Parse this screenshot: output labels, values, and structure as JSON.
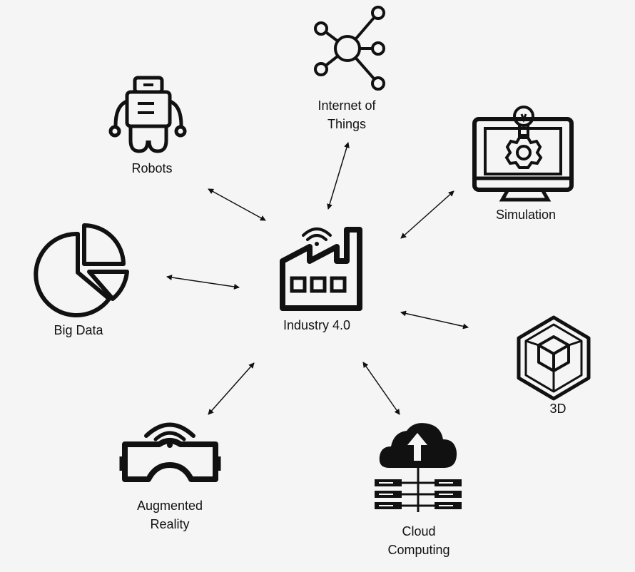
{
  "center": {
    "label": "Industry 4.0",
    "icon": "factory-icon"
  },
  "nodes": [
    {
      "id": "robots",
      "label": "Robots",
      "icon": "robot-icon"
    },
    {
      "id": "iot",
      "label_line1": "Internet of",
      "label_line2": "Things",
      "icon": "network-icon"
    },
    {
      "id": "simulation",
      "label": "Simulation",
      "icon": "monitor-gear-bulb-icon"
    },
    {
      "id": "bigdata",
      "label": "Big Data",
      "icon": "pie-chart-icon"
    },
    {
      "id": "threed",
      "label": "3D",
      "icon": "cube-icon"
    },
    {
      "id": "ar",
      "label_line1": "Augmented",
      "label_line2": "Reality",
      "icon": "vr-headset-icon"
    },
    {
      "id": "cloud",
      "label_line1": "Cloud",
      "label_line2": "Computing",
      "icon": "cloud-server-icon"
    }
  ],
  "colors": {
    "background": "#f5f5f5",
    "ink": "#111111"
  }
}
